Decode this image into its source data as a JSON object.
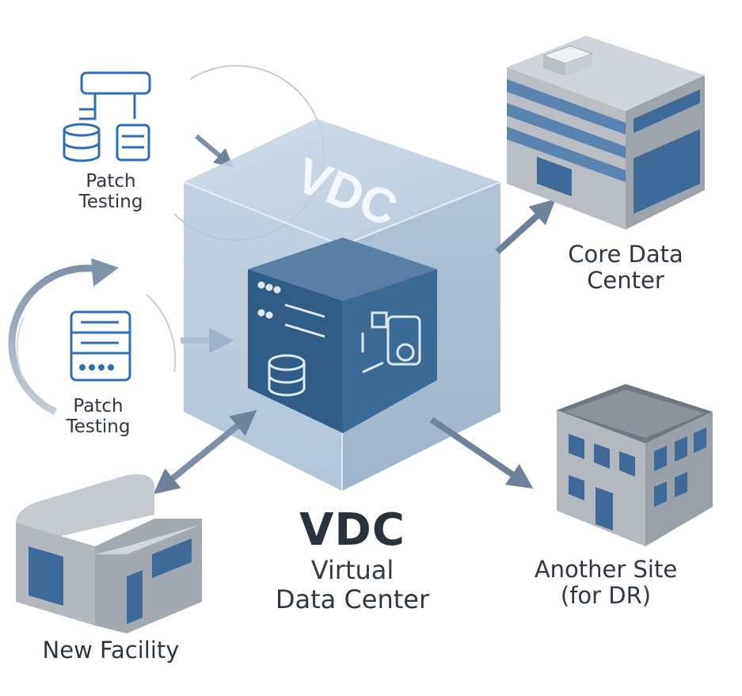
{
  "cube": {
    "face_text": "VDC"
  },
  "patch_top": {
    "line1": "Patch",
    "line2": "Testing",
    "icon": "database-flow-icon"
  },
  "patch_mid": {
    "line1": "Patch",
    "line2": "Testing",
    "icon": "server-rack-icon"
  },
  "core": {
    "line1": "Core Data",
    "line2": "Center"
  },
  "another": {
    "line1": "Another Site",
    "line2": "(for DR)"
  },
  "newfac": {
    "label": "New Facility"
  },
  "vdc": {
    "title": "VDC",
    "sub1": "Virtual",
    "sub2": "Data Center"
  },
  "colors": {
    "cube_glass": "#a9bfd4",
    "inner_server": "#2f5d87",
    "arrow": "#6e8299",
    "building": "#a9adb3",
    "window": "#3d6a98",
    "icon_blue": "#2f6db5"
  }
}
